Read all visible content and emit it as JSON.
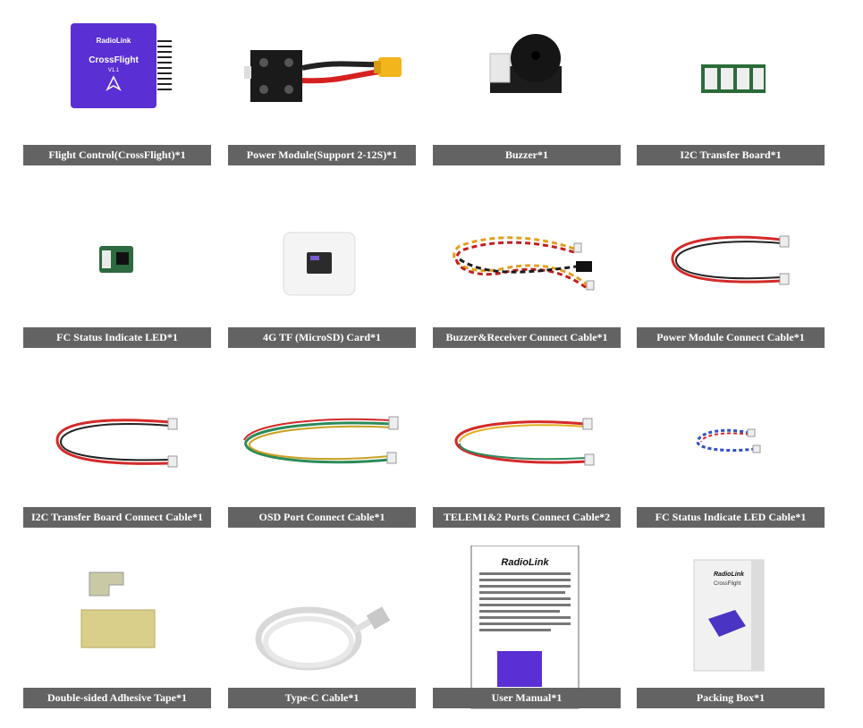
{
  "items": [
    {
      "label": "Flight Control(CrossFlight)*1",
      "image": "flight-controller",
      "brand": "RadioLink",
      "name": "CrossFlight",
      "version": "V1.1"
    },
    {
      "label": "Power Module(Support 2-12S)*1",
      "image": "power-module"
    },
    {
      "label": "Buzzer*1",
      "image": "buzzer"
    },
    {
      "label": "I2C Transfer Board*1",
      "image": "i2c-transfer-board"
    },
    {
      "label": "FC Status Indicate LED*1",
      "image": "status-led-board"
    },
    {
      "label": "4G TF (MicroSD) Card*1",
      "image": "microsd-card"
    },
    {
      "label": "Buzzer&Receiver Connect Cable*1",
      "image": "buzzer-receiver-cable"
    },
    {
      "label": "Power Module Connect Cable*1",
      "image": "power-module-cable"
    },
    {
      "label": "I2C Transfer Board Connect Cable*1",
      "image": "i2c-cable"
    },
    {
      "label": "OSD Port Connect Cable*1",
      "image": "osd-cable"
    },
    {
      "label": "TELEM1&2 Ports Connect Cable*2",
      "image": "telem-cable"
    },
    {
      "label": "FC Status Indicate LED Cable*1",
      "image": "led-cable"
    },
    {
      "label": "Double-sided Adhesive Tape*1",
      "image": "adhesive-tape"
    },
    {
      "label": "Type-C Cable*1",
      "image": "type-c-cable"
    },
    {
      "label": "User Manual*1",
      "image": "user-manual",
      "brand": "RadioLink"
    },
    {
      "label": "Packing Box*1",
      "image": "packing-box",
      "brand": "RadioLink",
      "name": "CrossFlight"
    }
  ],
  "colors": {
    "caption_bg": "#636363",
    "caption_text": "#ffffff",
    "board_purple": "#5a2fd4"
  }
}
